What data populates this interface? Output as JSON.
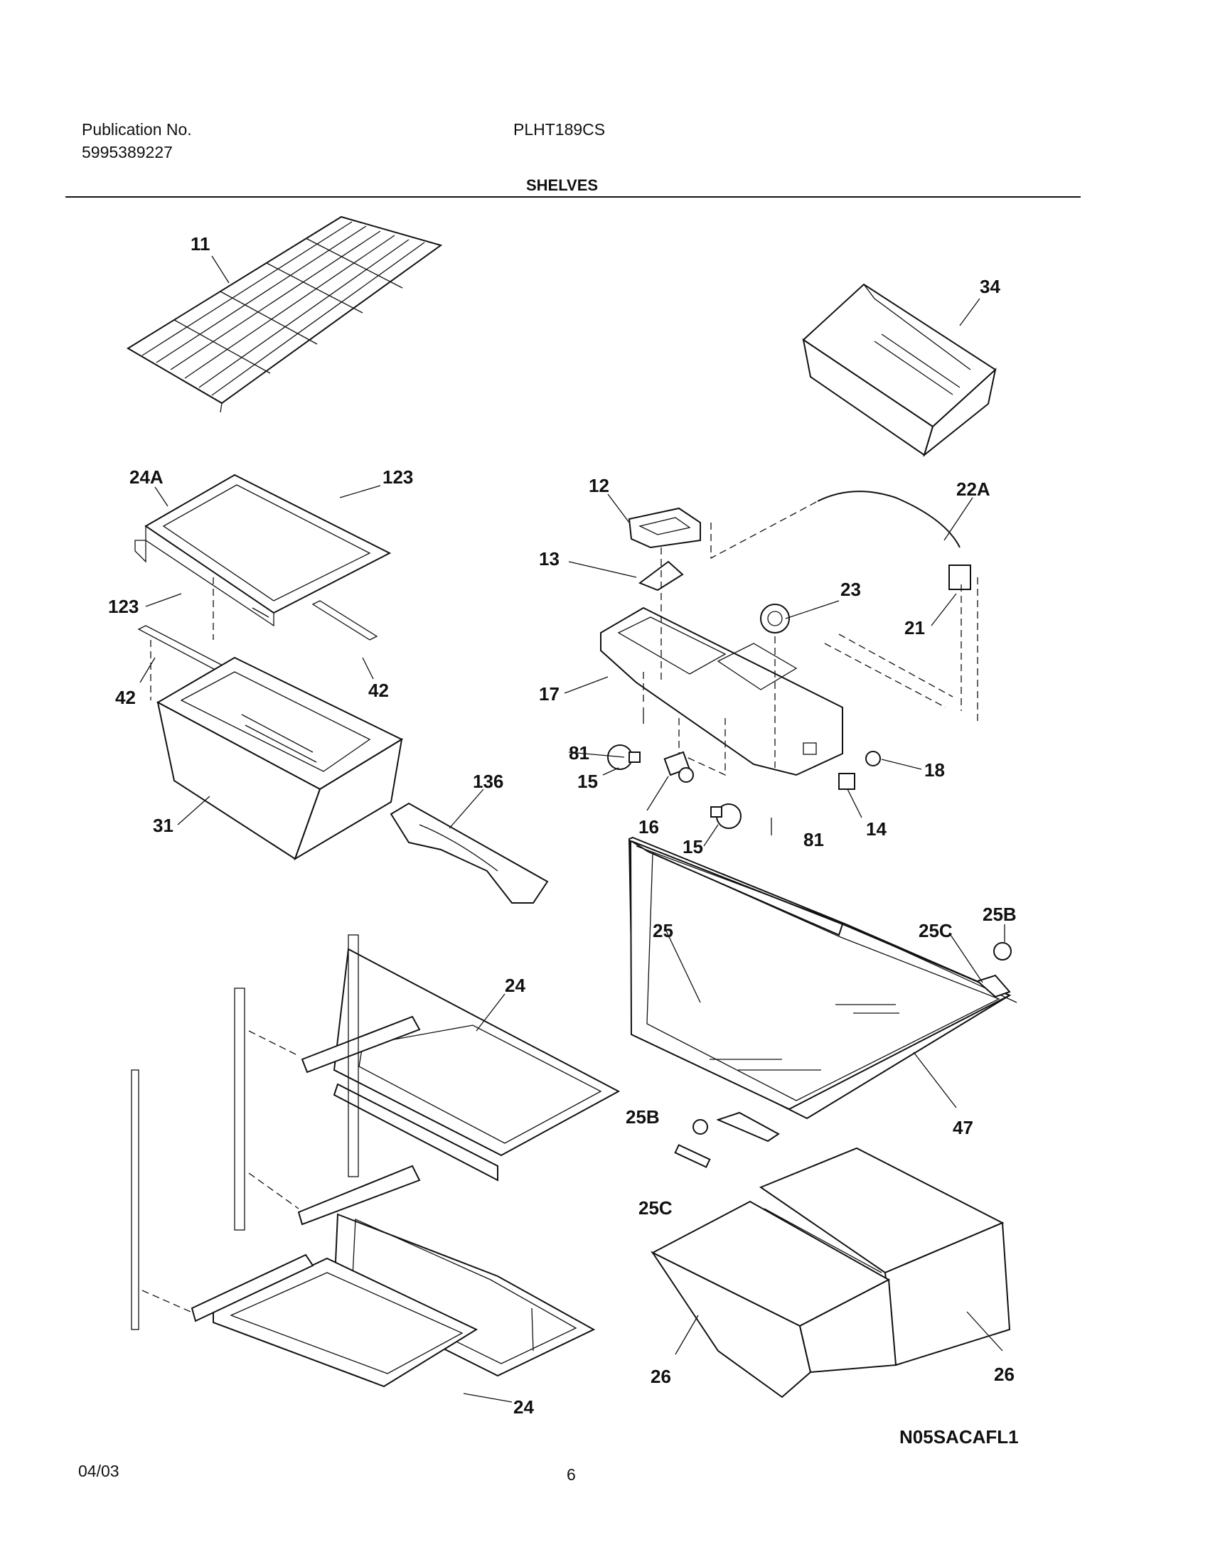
{
  "header": {
    "publication_label": "Publication No.",
    "publication_number": "5995389227",
    "model": "PLHT189CS",
    "section_title": "SHELVES"
  },
  "diagram": {
    "callouts": {
      "c11": "11",
      "c34": "34",
      "c24A": "24A",
      "c123a": "123",
      "c123b": "123",
      "c42a": "42",
      "c42b": "42",
      "c31": "31",
      "c136": "136",
      "c12": "12",
      "c13": "13",
      "c22A": "22A",
      "c23": "23",
      "c21": "21",
      "c17": "17",
      "c81a": "81",
      "c81b": "81",
      "c15a": "15",
      "c15b": "15",
      "c16": "16",
      "c18": "18",
      "c14": "14",
      "c25": "25",
      "c25C": "25C",
      "c25B": "25B",
      "c25Bb": "25B",
      "c25Cb": "25C",
      "c47": "47",
      "c24a": "24",
      "c24b": "24",
      "c26a": "26",
      "c26b": "26"
    },
    "diagram_code": "N05SACAFL1"
  },
  "footer": {
    "date": "04/03",
    "page_number": "6"
  }
}
